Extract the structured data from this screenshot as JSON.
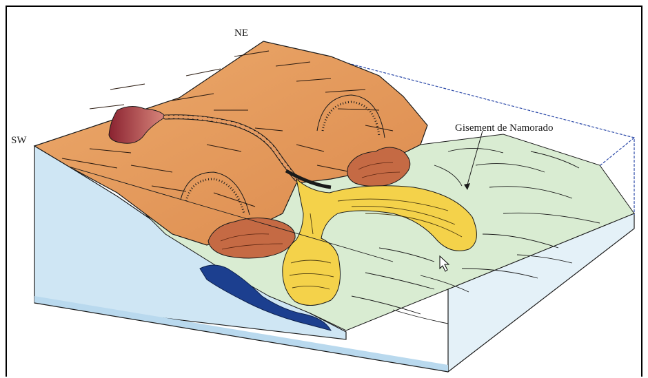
{
  "diagram": {
    "labels": {
      "ne": "NE",
      "sw": "SW",
      "field": "Gisement de Namorado"
    },
    "colors": {
      "shelf": "#e8a062",
      "shelf_dark": "#d98a4c",
      "slope_green": "#d9ecd2",
      "sea_blue": "#cfe6f4",
      "deep_blue": "#1c3f8f",
      "sand_yellow": "#f4d24a",
      "slump_brown": "#c56a44",
      "canyon_red": "#a8343a",
      "line": "#1a1a1a",
      "box_edge": "#2a48a8"
    },
    "icons": [
      "mouse-cursor-icon"
    ]
  }
}
